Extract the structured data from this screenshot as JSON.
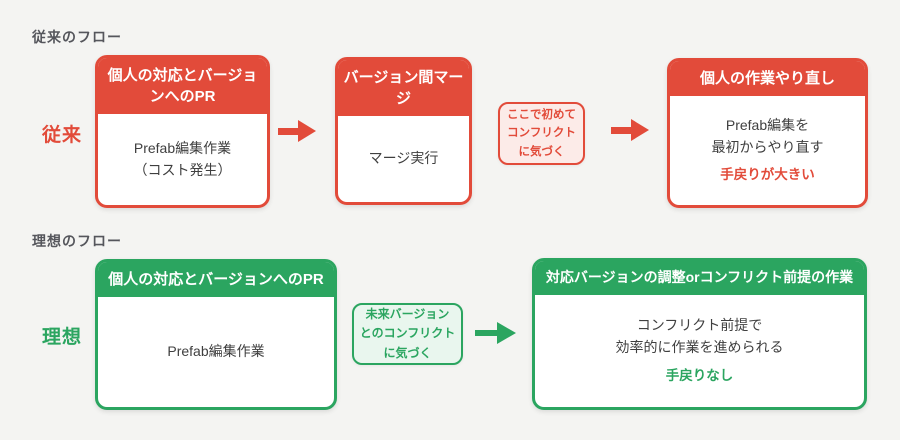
{
  "colors": {
    "accent_red": "#e24b3a",
    "accent_green": "#2ba560",
    "note_red_bg": "#fcebe8",
    "note_green_bg": "#e9f6ee",
    "page_bg": "#f4f4f2",
    "body_text": "#3f3f3f",
    "section_label_gray": "#55565c"
  },
  "conventional": {
    "section_label": "従来のフロー",
    "row_label": "従来",
    "cards": [
      {
        "title": "個人の対応とバージョンへのPR",
        "body_lines": [
          "Prefab編集作業",
          "（コスト発生）"
        ]
      },
      {
        "title": "バージョン間マージ",
        "body_lines": [
          "マージ実行"
        ]
      },
      {
        "title": "個人の作業やり直し",
        "body_lines": [
          "Prefab編集を",
          "最初からやり直す"
        ],
        "emphasis": "手戻りが大きい"
      }
    ],
    "note": {
      "lines": [
        "ここで初めて",
        "コンフリクト",
        "に気づく"
      ]
    }
  },
  "ideal": {
    "section_label": "理想のフロー",
    "row_label": "理想",
    "cards": [
      {
        "title": "個人の対応とバージョンへのPR",
        "body_lines": [
          "Prefab編集作業"
        ]
      },
      {
        "title": "対応バージョンの調整orコンフリクト前提の作業",
        "body_lines": [
          "コンフリクト前提で",
          "効率的に作業を進められる"
        ],
        "emphasis": "手戻りなし"
      }
    ],
    "note": {
      "lines": [
        "未来バージョン",
        "とのコンフリクト",
        "に気づく"
      ]
    }
  }
}
